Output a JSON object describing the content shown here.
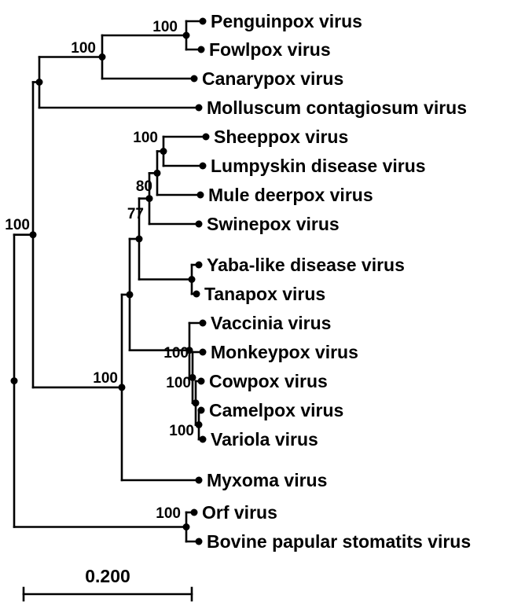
{
  "figure": {
    "type": "phylogenetic-tree",
    "description": "Rectangular phylogram of poxviruses with bootstrap support values and distance scale bar"
  },
  "taxa": [
    {
      "name": "Penguinpox virus"
    },
    {
      "name": "Fowlpox virus"
    },
    {
      "name": "Canarypox virus"
    },
    {
      "name": "Molluscum contagiosum virus"
    },
    {
      "name": "Sheeppox virus"
    },
    {
      "name": "Lumpyskin disease virus"
    },
    {
      "name": "Mule deerpox virus"
    },
    {
      "name": "Swinepox virus"
    },
    {
      "name": "Yaba-like disease virus"
    },
    {
      "name": "Tanapox virus"
    },
    {
      "name": "Vaccinia virus"
    },
    {
      "name": "Monkeypox virus"
    },
    {
      "name": "Cowpox virus"
    },
    {
      "name": "Camelpox virus"
    },
    {
      "name": "Variola virus"
    },
    {
      "name": "Myxoma virus"
    },
    {
      "name": "Orf virus"
    },
    {
      "name": "Bovine papular stomatits virus"
    }
  ],
  "bootstraps": [
    {
      "node": "penguinpox-fowlpox",
      "value": "100"
    },
    {
      "node": "avipox-clade",
      "value": "100"
    },
    {
      "node": "sheeppox-lumpyskin",
      "value": "100"
    },
    {
      "node": "capripox-muledeerpox",
      "value": "80"
    },
    {
      "node": "capripox-swinepox",
      "value": "77"
    },
    {
      "node": "main-left-clade",
      "value": "100"
    },
    {
      "node": "monkeypox-clade",
      "value": "100"
    },
    {
      "node": "cowpox-clade",
      "value": "100"
    },
    {
      "node": "camelpox-variola",
      "value": "100"
    },
    {
      "node": "middle-clade",
      "value": "100"
    },
    {
      "node": "orf-bovine",
      "value": "100"
    }
  ],
  "scale_bar": {
    "label": "0.200"
  },
  "colors": {
    "line": "#000000",
    "text": "#000000",
    "background": "#ffffff"
  }
}
